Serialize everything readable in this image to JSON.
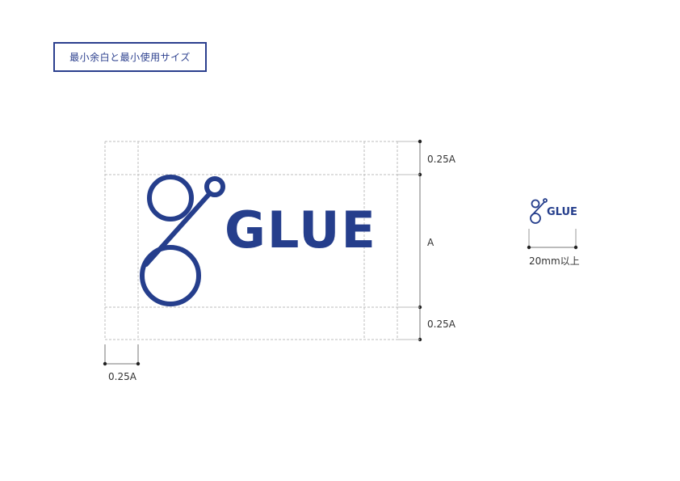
{
  "colors": {
    "brand": "#253e8c",
    "guide": "#bdbdbd",
    "dimension": "#444444",
    "text": "#333333"
  },
  "heading": {
    "title": "最小余白と最小使用サイズ"
  },
  "logo": {
    "wordmark": "GLUE",
    "symbol_icon": "glue-symbol-icon"
  },
  "dimensions": {
    "top_margin": "0.25A",
    "height": "A",
    "bottom_margin": "0.25A",
    "left_margin": "0.25A"
  },
  "minimum_size": {
    "wordmark": "GLUE",
    "label": "20mm以上"
  }
}
